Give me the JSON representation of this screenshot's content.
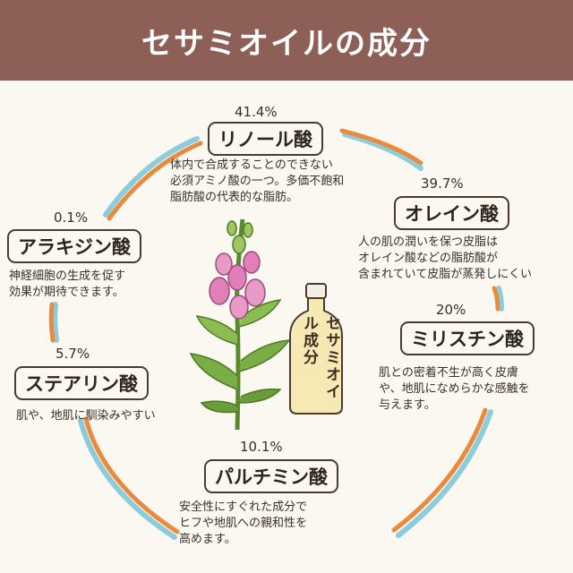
{
  "header": {
    "title": "セサミオイルの成分"
  },
  "bottle": {
    "label": "セサミオイル成分"
  },
  "components": [
    {
      "id": "linoleic",
      "percent": "41.4%",
      "name": "リノール酸",
      "desc": "体内で合成することのできない\n必須アミノ酸の一つ。多価不飽和\n脂肪酸の代表的な脂肪。"
    },
    {
      "id": "oleic",
      "percent": "39.7%",
      "name": "オレイン酸",
      "desc": "人の肌の潤いを保つ皮脂は\nオレイン酸などの脂肪酸が\n含まれていて皮脂が蒸発しにくい"
    },
    {
      "id": "myristic",
      "percent": "20%",
      "name": "ミリスチン酸",
      "desc": "肌との密着不生が高く皮膚\nや、地肌になめらかな感触を\n与えます。"
    },
    {
      "id": "palmitic",
      "percent": "10.1%",
      "name": "パルチミン酸",
      "desc": "安全性にすぐれた成分で\nヒフや地肌への親和性を\n高めます。"
    },
    {
      "id": "stearic",
      "percent": "5.7%",
      "name": "ステアリン酸",
      "desc": "肌や、地肌に馴染みやすい"
    },
    {
      "id": "arachidic",
      "percent": "0.1%",
      "name": "アラキジン酸",
      "desc": "神経細胞の生成を促す\n効果が期待できます。"
    }
  ],
  "colors": {
    "header": "#8e5f57",
    "ring_orange": "#e98a3d",
    "ring_blue": "#7fc6d8",
    "leaf": "#6a9c3a",
    "flower": "#e07fb8"
  }
}
